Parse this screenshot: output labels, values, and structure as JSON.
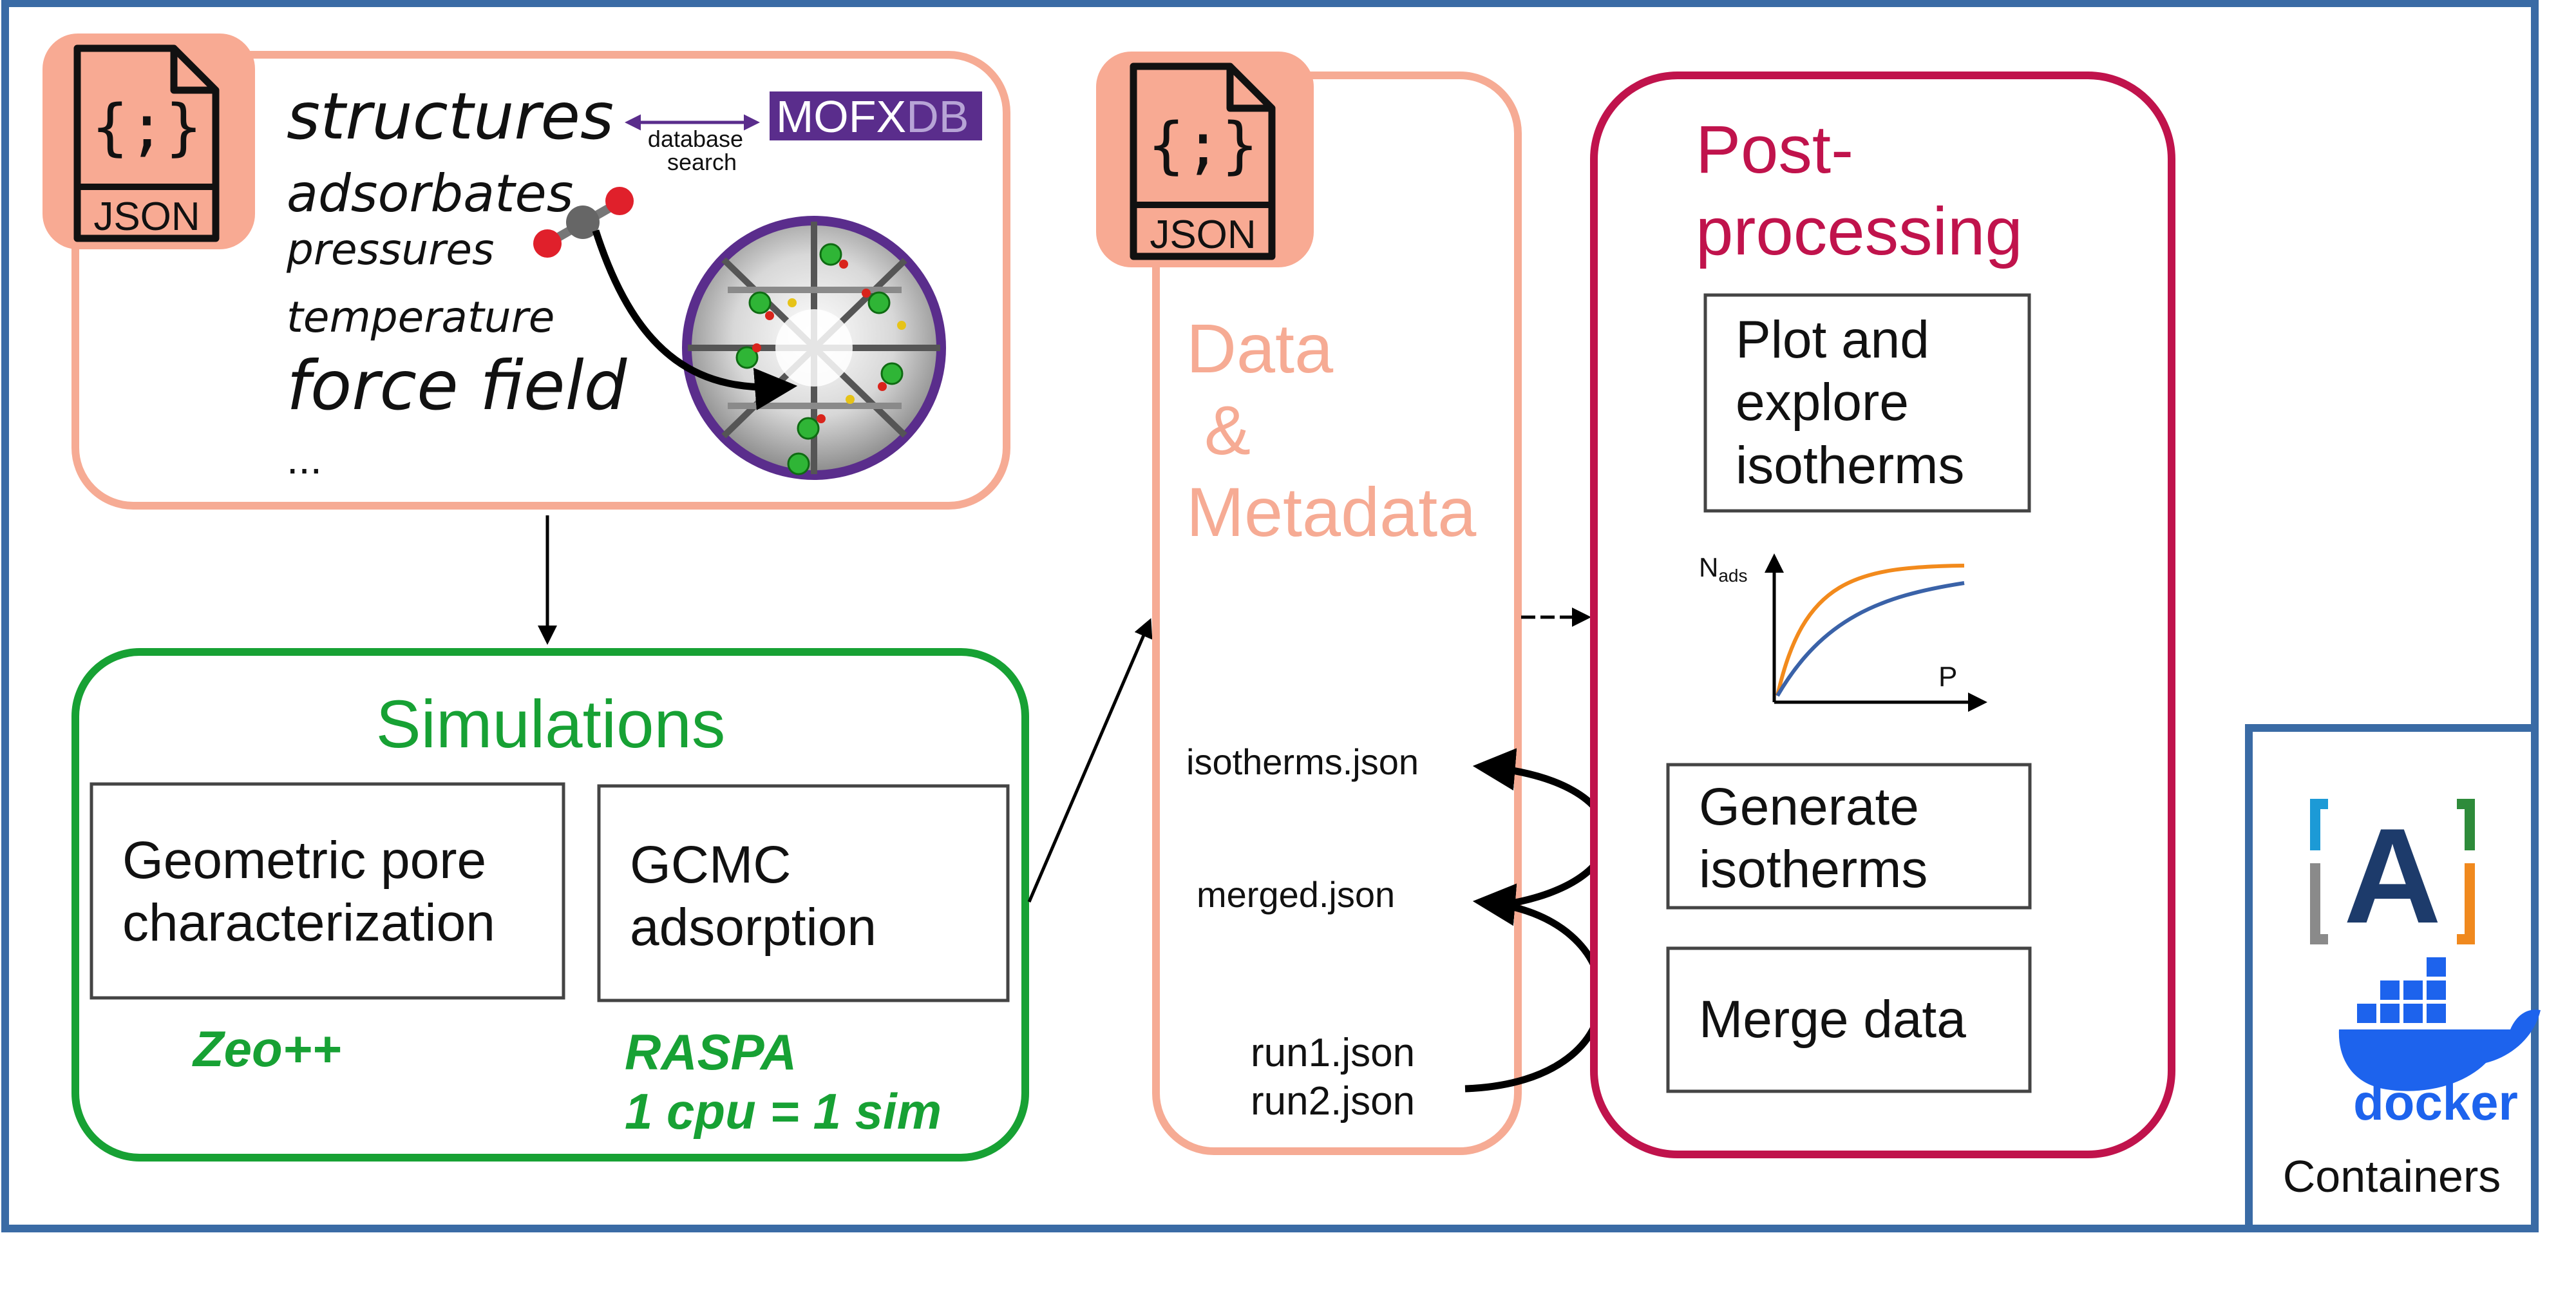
{
  "input": {
    "json_badge": "JSON",
    "json_brace": "{;}",
    "items": [
      "structures",
      "adsorbates",
      "pressures",
      "temperature",
      "force field",
      "..."
    ],
    "db_link_label_1": "database",
    "db_link_label_2": "search",
    "db_logo_part1": "MOFX",
    "db_logo_part2": "DB"
  },
  "simulations": {
    "title": "Simulations",
    "box1_line1": "Geometric pore",
    "box1_line2": "characterization",
    "box2_line1": "GCMC",
    "box2_line2": "adsorption",
    "tool1": "Zeo++",
    "tool2_line1": "RASPA",
    "tool2_line2": "1 cpu = 1 sim"
  },
  "data": {
    "json_badge": "JSON",
    "json_brace": "{;}",
    "title_line1": "Data",
    "title_line2": "&",
    "title_line3": "Metadata",
    "files": [
      "isotherms.json",
      "merged.json",
      "run1.json",
      "run2.json"
    ]
  },
  "postprocessing": {
    "title_line1": "Post-",
    "title_line2": "processing",
    "plot_line1": "Plot and",
    "plot_line2": "explore",
    "plot_line3": "isotherms",
    "generate_line1": "Generate",
    "generate_line2": "isotherms",
    "merge": "Merge data",
    "chart_ylabel": "N",
    "chart_ylabel_sub": "ads",
    "chart_xlabel": "P"
  },
  "containers": {
    "label": "Containers",
    "docker_text": "docker",
    "aiida_letter": "A"
  },
  "colors": {
    "frame_blue": "#3a6ba5",
    "salmon": "#f6ab94",
    "salmon_fill": "#f8aa93",
    "green": "#17a134",
    "crimson": "#c0134c",
    "mofxdb_purple": "#5a2d8c",
    "docker_blue": "#1d63ed",
    "curve_orange": "#f28a1c",
    "curve_blue": "#3a62a8"
  }
}
